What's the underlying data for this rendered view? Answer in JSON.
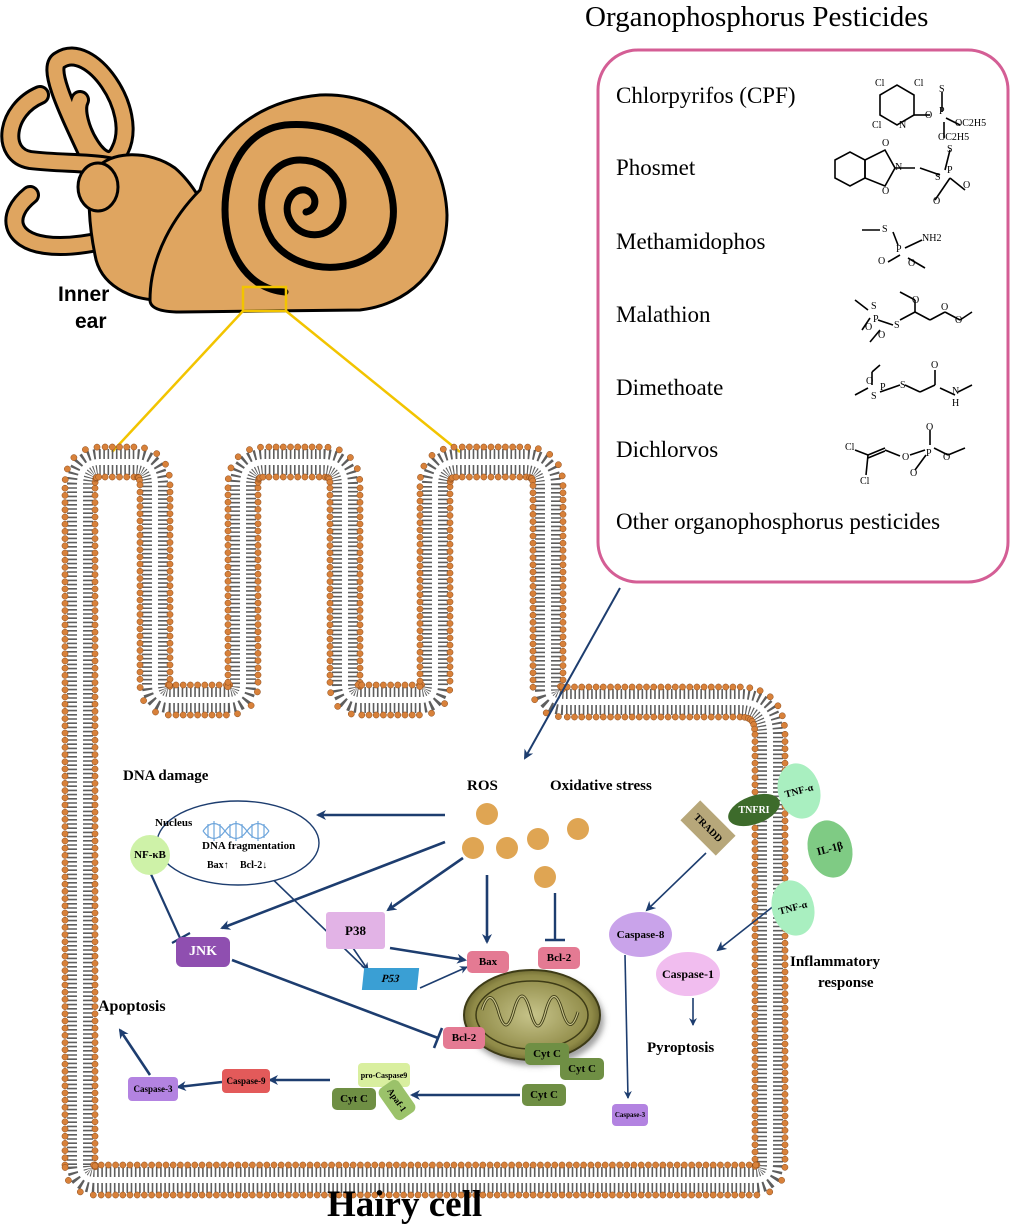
{
  "inner_ear": {
    "label_line1": "Inner",
    "label_line2": "ear"
  },
  "op_panel": {
    "title": "Organophosphorus Pesticides",
    "items": [
      {
        "name": "Chlorpyrifos (CPF)",
        "structure_text": [
          "Cl",
          "Cl",
          "Cl",
          "N",
          "O",
          "P",
          "S",
          "OC2H5",
          "OC2H5"
        ]
      },
      {
        "name": "Phosmet",
        "structure_text": [
          "O",
          "O",
          "N",
          "S",
          "P",
          "S",
          "O",
          "O"
        ]
      },
      {
        "name": "Methamidophos",
        "structure_text": [
          "S",
          "P",
          "NH2",
          "O",
          "O"
        ]
      },
      {
        "name": "Malathion",
        "structure_text": [
          "O",
          "O",
          "S",
          "P",
          "S",
          "O",
          "O",
          "O"
        ]
      },
      {
        "name": "Dimethoate",
        "structure_text": [
          "O",
          "S",
          "P",
          "S",
          "O",
          "N",
          "H"
        ]
      },
      {
        "name": "Dichlorvos",
        "structure_text": [
          "Cl",
          "Cl",
          "O",
          "P",
          "O",
          "O",
          "O"
        ]
      },
      {
        "name": "Other organophosphorus pesticides"
      }
    ]
  },
  "cell": {
    "title": "Hairy cell",
    "labels": {
      "dna_damage": "DNA damage",
      "ros": "ROS",
      "oxidative_stress": "Oxidative stress",
      "nucleus": "Nucleus",
      "dna_fragmentation": "DNA  fragmentation",
      "bax_up": "Bax↑",
      "bcl2_down": "Bcl-2↓",
      "apoptosis": "Apoptosis",
      "pyroptosis": "Pyroptosis",
      "inflammatory_line1": "Inflammatory",
      "inflammatory_line2": "response"
    },
    "nodes": {
      "nfkb": "NF-κB",
      "jnk": "JNK",
      "p38": "P38",
      "p53": "P53",
      "bax": "Bax",
      "bcl2_top": "Bcl-2",
      "bcl2_mito": "Bcl-2",
      "cytc_1": "Cyt C",
      "cytc_2": "Cyt C",
      "cytc_3": "Cyt C",
      "cytc_4": "Cyt C",
      "pro_caspase9": "pro-Caspase9",
      "apaf1": "Apaf-1",
      "caspase9": "Caspase-9",
      "caspase3_left": "Caspase-3",
      "caspase8": "Caspase-8",
      "caspase3_right": "Caspase-3",
      "caspase1": "Caspase-1",
      "tnfr1": "TNFRI",
      "tradd": "TRADD",
      "tnfa_1": "TNF-α",
      "il1b": "IL-1β",
      "tnfa_2": "TNF-α"
    }
  },
  "colors": {
    "ear_fill": "#dfa560",
    "ear_outline": "#000000",
    "zoom_lines": "#f2c400",
    "panel_border": "#d45e95",
    "arrow": "#1d3d6f",
    "membrane_head": "#d8813a",
    "ros_dot": "#dfa553",
    "nfkb_fill": "#cef2a8",
    "jnk_fill": "#8f4fb0",
    "p38_fill": "#e2b3e6",
    "p53_fill": "#3a9fd4",
    "bax_fill": "#e47a93",
    "bcl2_fill": "#e47a93",
    "cytc_fill": "#6f8f44",
    "procasp9_fill": "#d9ef9f",
    "apaf1_fill": "#9bc26a",
    "caspase9_fill": "#e35a5a",
    "caspase3_fill": "#b383e1",
    "caspase8_fill": "#c9a3ea",
    "caspase1_fill": "#f1bdef",
    "tnfr1_fill": "#3d6b2b",
    "tradd_fill": "#b7a77a",
    "tnfa_fill": "#a9efc0",
    "il1b_fill": "#7fcb84"
  }
}
